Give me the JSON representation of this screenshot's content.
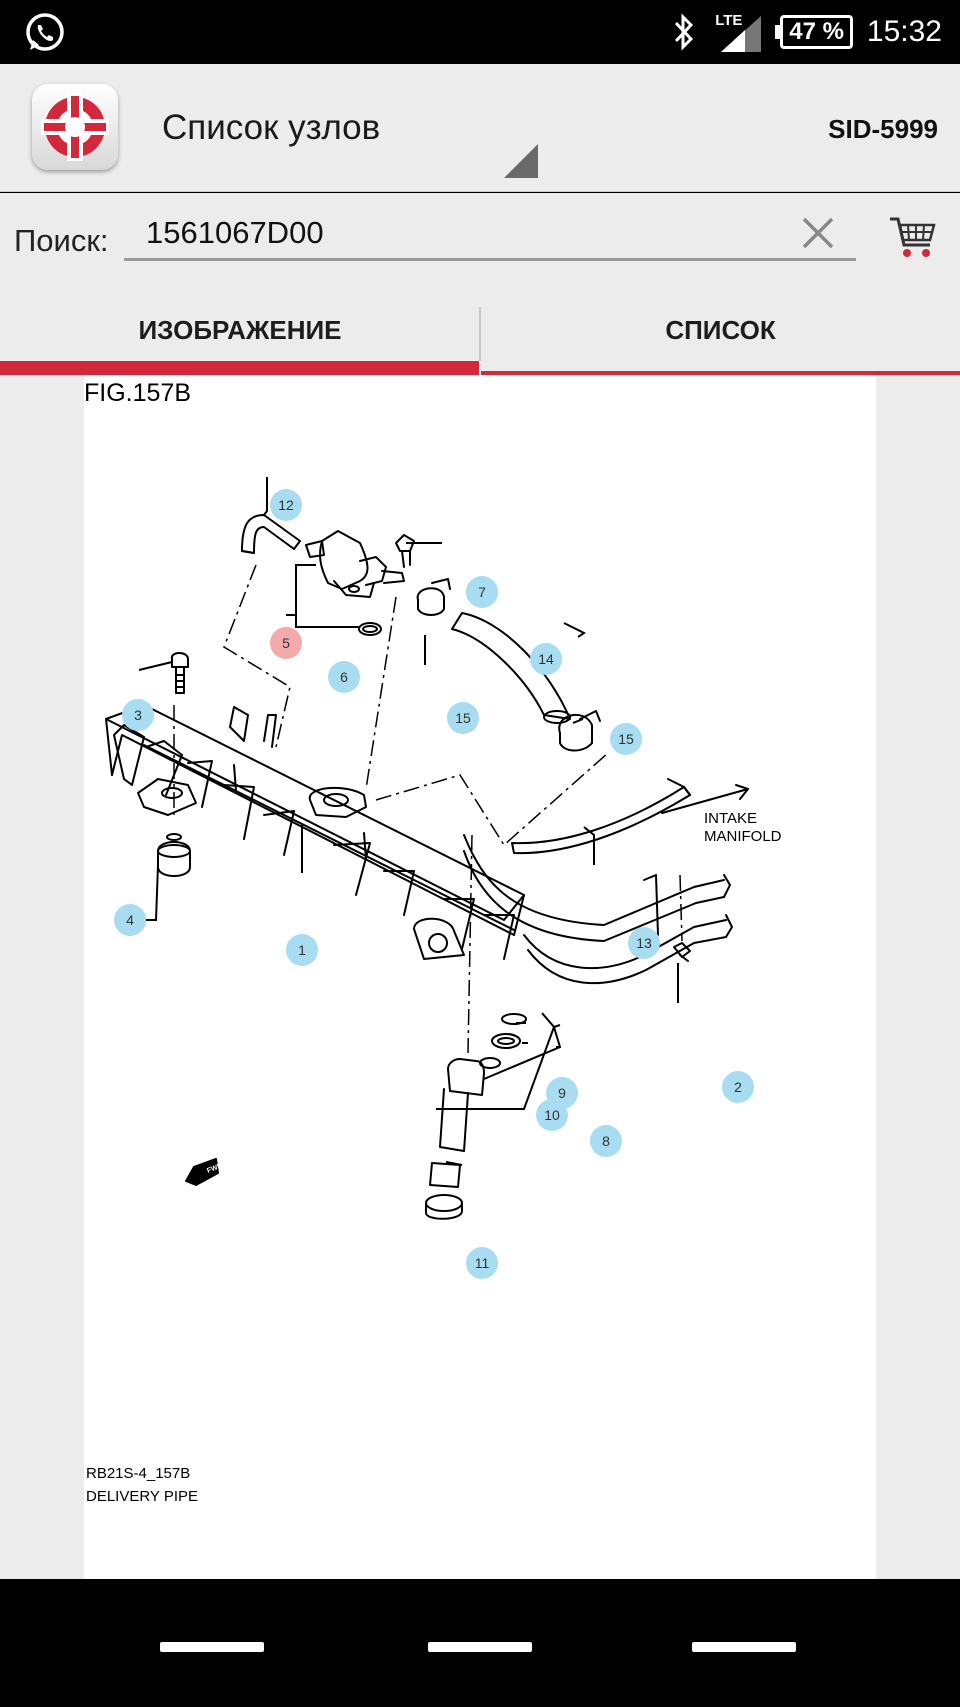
{
  "status_bar": {
    "network": "LTE",
    "battery": "47 %",
    "time": "15:32",
    "icons": [
      "whatsapp-icon",
      "bluetooth-icon",
      "signal-icon",
      "battery-icon"
    ]
  },
  "app_bar": {
    "title": "Список узлов",
    "sid": "SID-5999",
    "logo_color": "#d1293b"
  },
  "search": {
    "label": "Поиск:",
    "value": "1561067D00"
  },
  "tabs": [
    {
      "label": "ИЗОБРАЖЕНИЕ",
      "active": true
    },
    {
      "label": "СПИСОК",
      "active": false
    }
  ],
  "diagram": {
    "figure": "FIG.157B",
    "code": "RB21S-4_157B",
    "name": "DELIVERY PIPE",
    "annotation": [
      "INTAKE",
      "MANIFOLD"
    ],
    "fwd_label": "FWD",
    "callouts": [
      {
        "num": "1",
        "highlighted": false
      },
      {
        "num": "2",
        "highlighted": false
      },
      {
        "num": "3",
        "highlighted": false
      },
      {
        "num": "4",
        "highlighted": false
      },
      {
        "num": "5",
        "highlighted": true
      },
      {
        "num": "6",
        "highlighted": false
      },
      {
        "num": "7",
        "highlighted": false
      },
      {
        "num": "8",
        "highlighted": false
      },
      {
        "num": "9",
        "highlighted": false
      },
      {
        "num": "10",
        "highlighted": false
      },
      {
        "num": "11",
        "highlighted": false
      },
      {
        "num": "12",
        "highlighted": false
      },
      {
        "num": "13",
        "highlighted": false
      },
      {
        "num": "14",
        "highlighted": false
      },
      {
        "num": "15",
        "highlighted": false
      },
      {
        "num": "15",
        "highlighted": false
      }
    ],
    "callout_color": "#a8dcf0",
    "highlight_color": "#f4a9aa"
  }
}
